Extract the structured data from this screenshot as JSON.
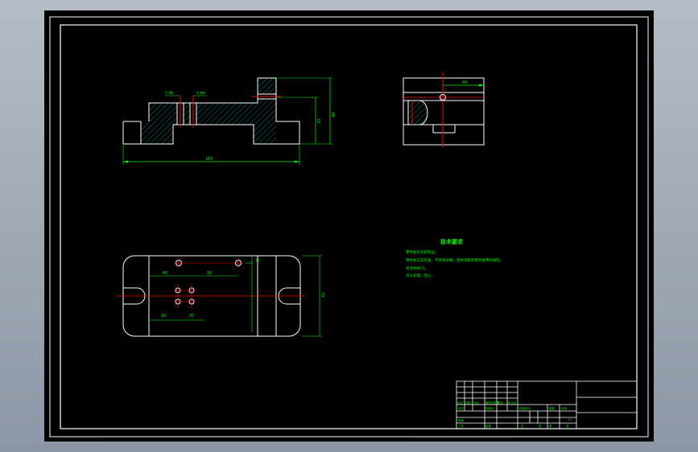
{
  "colors": {
    "background": "#000000",
    "outline": "#ffffff",
    "dimension": "#00ff00",
    "centerline": "#ff0000",
    "hatch": "#00aaaa",
    "text": "#00ff00",
    "chrome": "#a6aebb"
  },
  "front_view": {
    "dim_overall_length": "165",
    "dim_height_total": "48",
    "dim_height_mid": "33",
    "label_hole_left": "2-Φ6",
    "label_hole_right": "2-Φ8"
  },
  "side_view": {
    "dim_top_width": "40"
  },
  "top_view": {
    "dim_bottom_left": "30",
    "dim_bottom_mid": "35",
    "dim_top_left": "40",
    "dim_center": "30",
    "dim_right_small": "10",
    "dim_height": "70"
  },
  "tech": {
    "title": "技术要求",
    "lines": [
      "零件按去毛刺锐边。",
      "零件加工前检查，不得有砂眼、裂纹等影响零件使用的缺陷。",
      "未注倒角C1。",
      "淬火处理，回火。"
    ]
  },
  "title_block": {
    "cells": [
      "标记",
      "处数",
      "分区",
      "更改文件号",
      "签名",
      "年月日",
      "设计",
      "标准化",
      "阶段标记",
      "重量",
      "比例",
      "审核",
      "工艺",
      "批准",
      "共",
      "张",
      "第",
      "张",
      "1:1"
    ]
  }
}
